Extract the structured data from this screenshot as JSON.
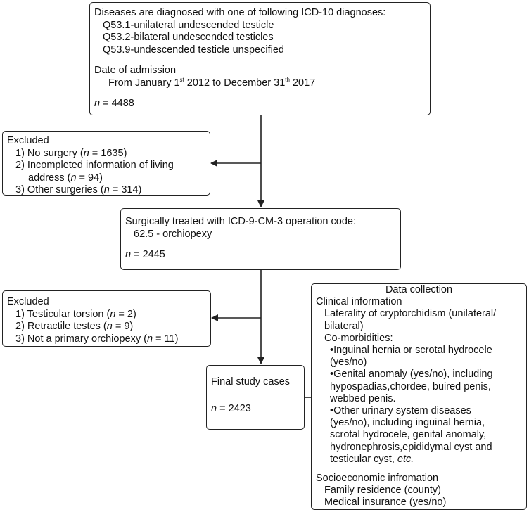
{
  "box_diagnosis": {
    "header": "Diseases are diagnosed with one of following ICD-10 diagnoses:",
    "dx1": "Q53.1-unilateral undescended testicle",
    "dx2": "Q53.2-bilateral undescended testicles",
    "dx3": "Q53.9-undescended testicle unspecified",
    "admission_label": "Date of admission",
    "range_from": "From January 1",
    "sup_st": "st",
    "range_year1": " 2012 to December 31",
    "sup_th": "th",
    "range_year2": " 2017",
    "n_label": "n",
    "n_value": " = 4488"
  },
  "box_excluded_1": {
    "title": "Excluded",
    "item1_prefix": "1) No surgery (",
    "item1_n": "n",
    "item1_suffix": " = 1635)",
    "item2_line1": "2) Incompleted information of living",
    "item2_line2_prefix": "address  (",
    "item2_n": "n",
    "item2_suffix": " = 94)",
    "item3_prefix": "3) Other surgeries  (",
    "item3_n": "n",
    "item3_suffix": " = 314)"
  },
  "box_surgery": {
    "line1": "Surgically treated with ICD-9-CM-3 operation code:",
    "line2": "62.5 - orchiopexy",
    "n_label": "n",
    "n_value": " = 2445"
  },
  "box_excluded_2": {
    "title": "Excluded",
    "item1_prefix": "1) Testicular torsion (",
    "item1_n": "n",
    "item1_suffix": " = 2)",
    "item2_prefix": "2) Retractile testes  (",
    "item2_n": "n",
    "item2_suffix": " = 9)",
    "item3_prefix": "3) Not a primary orchiopexy  (",
    "item3_n": "n",
    "item3_suffix": " = 11)"
  },
  "box_final": {
    "title": "Final study cases",
    "n_label": "n",
    "n_value": " = 2423"
  },
  "box_data": {
    "title": "Data collection",
    "clinical": "Clinical information",
    "laterality_1": "Laterality of cryptorchidism (unilateral/",
    "laterality_2": "bilateral)",
    "comorbid": "Co-morbidities:",
    "c1_1": "•Inguinal hernia or scrotal hydrocele",
    "c1_2": "(yes/no)",
    "c2_1": "•Genital anomaly (yes/no), including",
    "c2_2": "hypospadias,chordee, buired penis,",
    "c2_3": "webbed penis.",
    "c3_1": "•Other urinary system diseases",
    "c3_2": "(yes/no), including inguinal hernia,",
    "c3_3": "scrotal hydrocele, genital anomaly,",
    "c3_4": "hydronephrosis,epididymal cyst and",
    "c3_5": "testicular cyst, ",
    "c3_etc": "etc.",
    "socio": "Socioeconomic infromation",
    "s1": "Family residence (county)",
    "s2": "Medical insurance (yes/no)"
  }
}
